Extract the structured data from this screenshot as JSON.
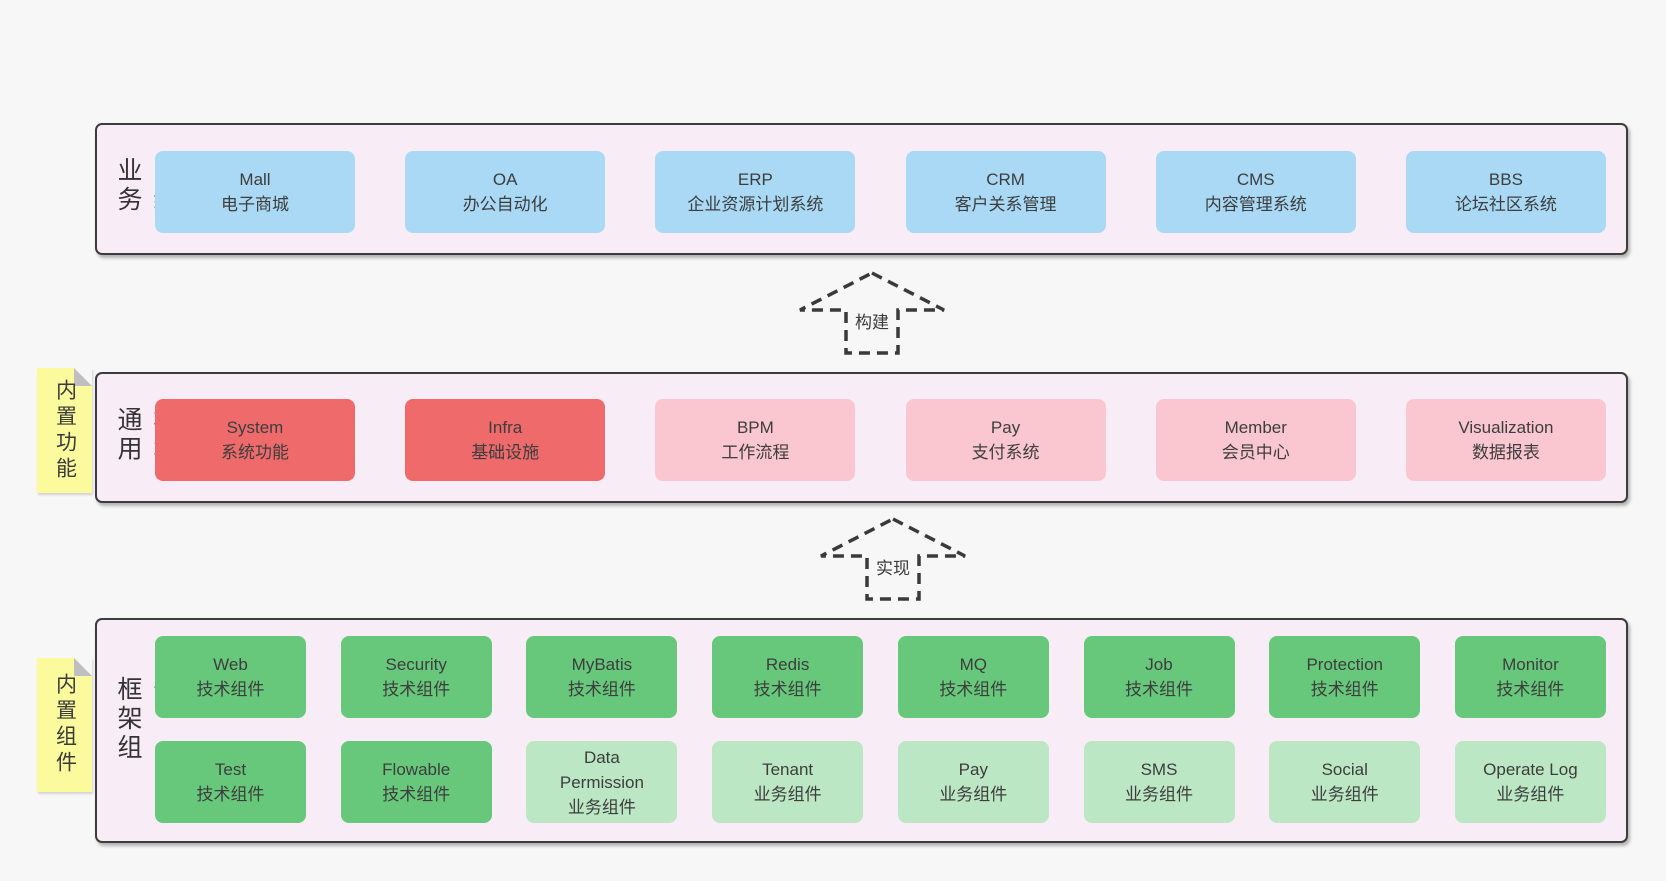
{
  "colors": {
    "page_bg": "#f7f7f7",
    "band_bg": "#f8edf6",
    "band_border": "#3c3c3c",
    "box_blue": "#a9d9f5",
    "box_red": "#ee6a6b",
    "box_pink": "#fac6d0",
    "box_green_dark": "#67c87b",
    "box_green_light": "#bce7c4",
    "sticky_yellow": "#fbfa9c",
    "arrow_dash": "#3a3a3a"
  },
  "arrows": [
    {
      "label": "构建"
    },
    {
      "label": "实现"
    }
  ],
  "bands": [
    {
      "label": "业务系统",
      "boxes": [
        {
          "en": "Mall",
          "zh": "电子商城"
        },
        {
          "en": "OA",
          "zh": "办公自动化"
        },
        {
          "en": "ERP",
          "zh": "企业资源计划系统"
        },
        {
          "en": "CRM",
          "zh": "客户关系管理"
        },
        {
          "en": "CMS",
          "zh": "内容管理系统"
        },
        {
          "en": "BBS",
          "zh": "论坛社区系统"
        }
      ]
    },
    {
      "label": "通用模块",
      "sticky": "内置功能",
      "boxes": [
        {
          "en": "System",
          "zh": "系统功能"
        },
        {
          "en": "Infra",
          "zh": "基础设施"
        },
        {
          "en": "BPM",
          "zh": "工作流程"
        },
        {
          "en": "Pay",
          "zh": "支付系统"
        },
        {
          "en": "Member",
          "zh": "会员中心"
        },
        {
          "en": "Visualization",
          "zh": "数据报表"
        }
      ]
    },
    {
      "label": "框架组件",
      "sticky": "内置组件",
      "boxes": [
        {
          "en": "Web",
          "zh": "技术组件"
        },
        {
          "en": "Security",
          "zh": "技术组件"
        },
        {
          "en": "MyBatis",
          "zh": "技术组件"
        },
        {
          "en": "Redis",
          "zh": "技术组件"
        },
        {
          "en": "MQ",
          "zh": "技术组件"
        },
        {
          "en": "Job",
          "zh": "技术组件"
        },
        {
          "en": "Protection",
          "zh": "技术组件"
        },
        {
          "en": "Monitor",
          "zh": "技术组件"
        },
        {
          "en": "Test",
          "zh": "技术组件"
        },
        {
          "en": "Flowable",
          "zh": "技术组件"
        },
        {
          "en": "Data Permission",
          "zh": "业务组件"
        },
        {
          "en": "Tenant",
          "zh": "业务组件"
        },
        {
          "en": "Pay",
          "zh": "业务组件"
        },
        {
          "en": "SMS",
          "zh": "业务组件"
        },
        {
          "en": "Social",
          "zh": "业务组件"
        },
        {
          "en": "Operate Log",
          "zh": "业务组件"
        }
      ]
    }
  ]
}
